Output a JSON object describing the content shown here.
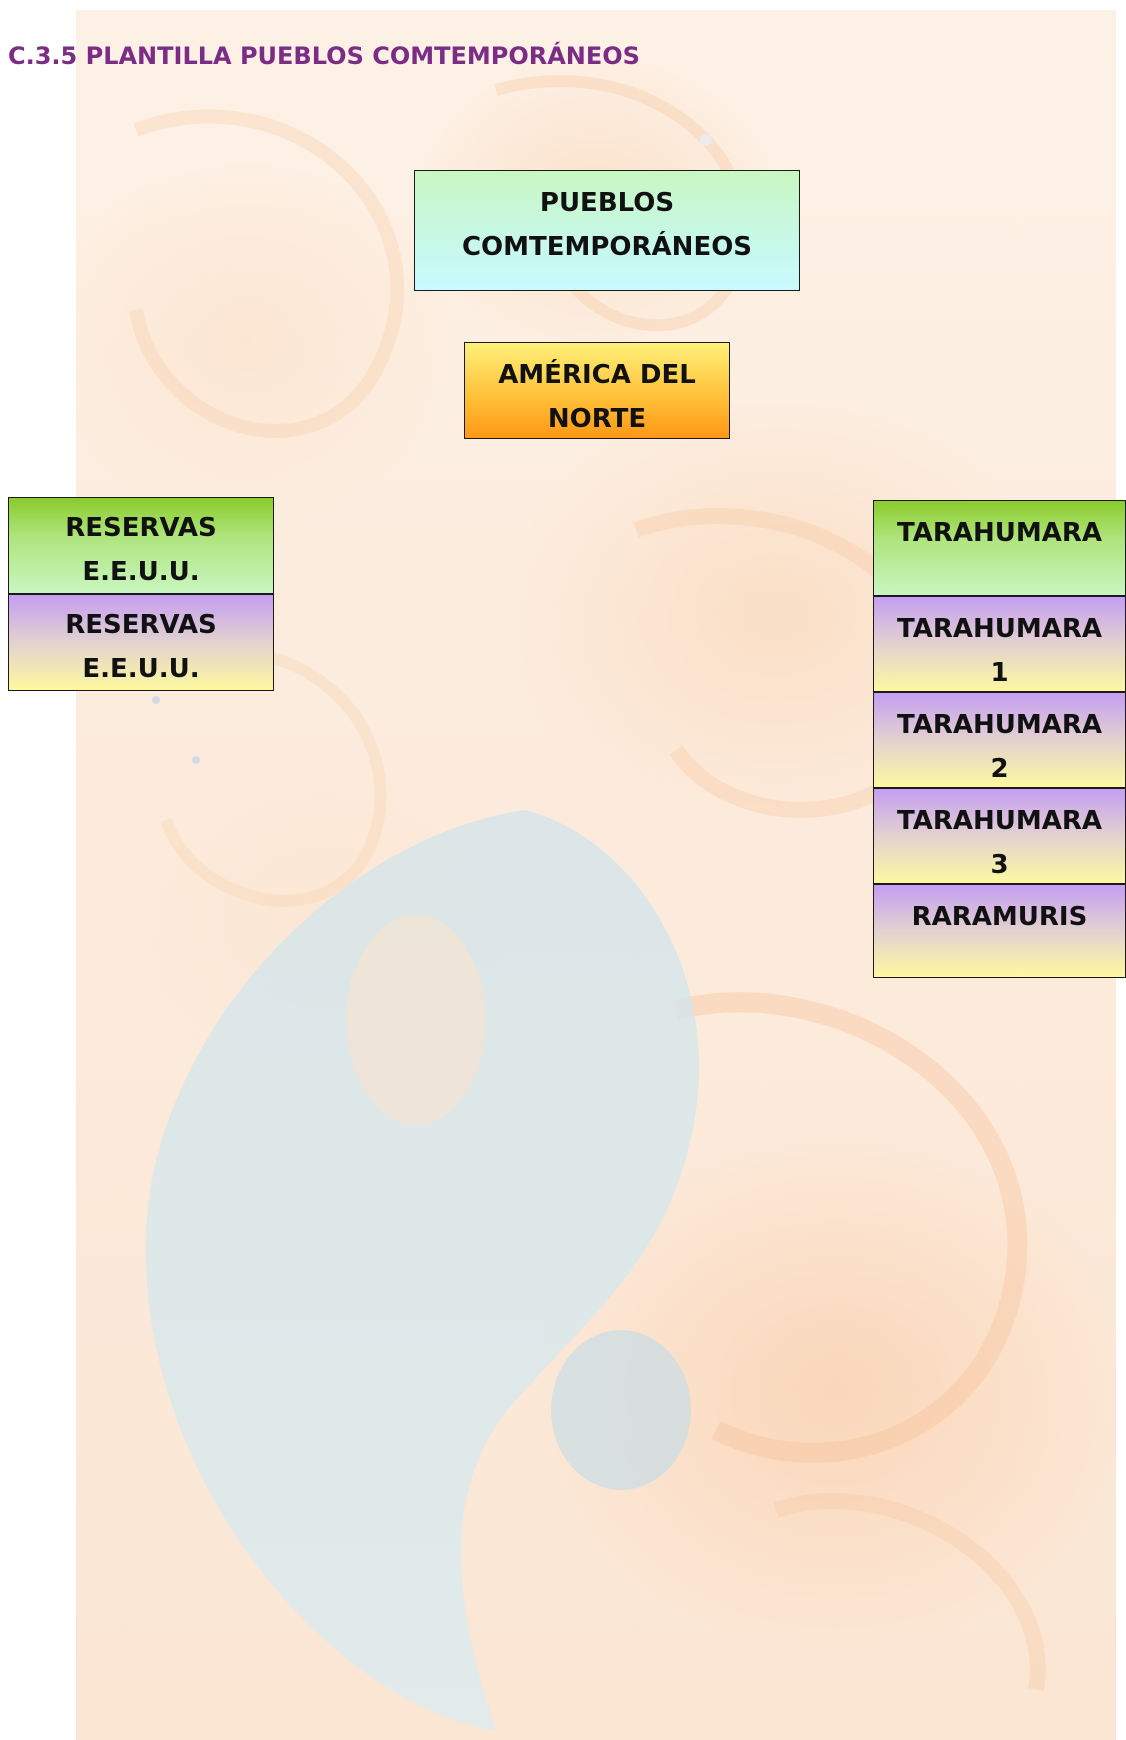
{
  "page": {
    "title": "C.3.5  PLANTILLA PUEBLOS COMTEMPORÁNEOS"
  },
  "diagram": {
    "root": {
      "line1": "PUEBLOS",
      "line2": "COMTEMPORÁNEOS"
    },
    "region": {
      "line1": "AMÉRICA DEL",
      "line2": "NORTE"
    },
    "left_column": [
      {
        "line1": "RESERVAS",
        "line2": "E.E.U.U."
      },
      {
        "line1": "RESERVAS",
        "line2": "E.E.U.U."
      }
    ],
    "right_column": [
      {
        "line1": "TARAHUMARA",
        "line2": ""
      },
      {
        "line1": "TARAHUMARA",
        "line2": "1"
      },
      {
        "line1": "TARAHUMARA",
        "line2": "2"
      },
      {
        "line1": "TARAHUMARA",
        "line2": "3"
      },
      {
        "line1": "RARAMURIS",
        "line2": ""
      }
    ]
  },
  "colors": {
    "title": "#7b2d86",
    "root_fill": "#c8f8e8",
    "region_fill": "#ffb52e",
    "green_fill": "#a9e07a",
    "purple_fill": "#c59df2",
    "yellow_fill": "#fdf8a0",
    "border": "#1a1a1a"
  }
}
